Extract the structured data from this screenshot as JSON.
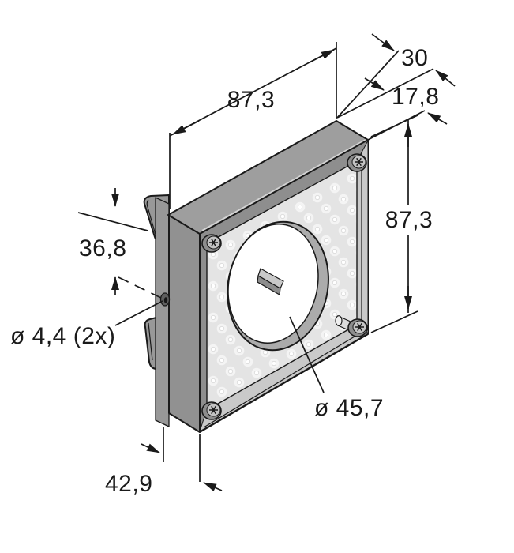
{
  "drawing": {
    "type": "isometric technical dimension drawing",
    "subject": "square LED area light with mounting bracket, central circular aperture, four corner screws and LED dot matrix face",
    "dimensions": {
      "width_top": "87,3",
      "depth_total": "30",
      "depth_housing": "17,8",
      "height_right": "87,3",
      "bracket_hole_offset": "36,8",
      "mounting_holes": "ø 4,4 (2x)",
      "aperture_diameter": "ø 45,7",
      "bracket_width": "42,9"
    },
    "colors": {
      "bg": "#ffffff",
      "line": "#1a1a1a",
      "face_top": "#9e9e9e",
      "face_side": "#919191",
      "bracket": "#989898",
      "bezel_dark": "#8e8e8e",
      "bezel_light": "#c9c9c9",
      "led_face": "#e4e4e4",
      "dot": "#f4f4f4",
      "dot_center": "#ffffff",
      "hole_rim": "#ababab",
      "hole_interior": "#ffffff",
      "screw": "#8d8d8d",
      "screw_cap": "#c4c4c4"
    }
  }
}
